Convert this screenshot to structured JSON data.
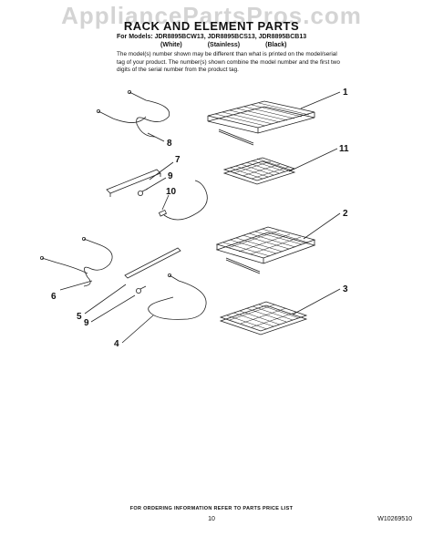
{
  "header": {
    "watermark": "AppliancePartsPros.com",
    "title": "RACK AND ELEMENT PARTS",
    "models": "For Models: JDR8895BCW13, JDR8895BCS13, JDR8895BCB13",
    "variants": [
      "(White)",
      "(Stainless)",
      "(Black)"
    ],
    "note": "The model(s) number shown may be different than what is printed on the model/serial tag of your product. The number(s) shown combine the model number and the first two digits of the serial number from the product tag."
  },
  "callouts": {
    "c1": "1",
    "c11": "11",
    "c2": "2",
    "c3": "3",
    "c8": "8",
    "c7": "7",
    "c9a": "9",
    "c10": "10",
    "c6": "6",
    "c5": "5",
    "c9b": "9",
    "c4": "4"
  },
  "footer": {
    "ordering": "FOR ORDERING INFORMATION REFER TO PARTS PRICE LIST",
    "page": "10",
    "doc_number": "W10269510"
  }
}
